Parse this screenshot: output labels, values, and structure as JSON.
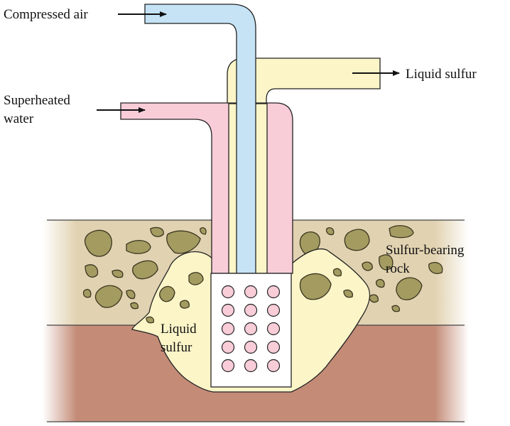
{
  "labels": {
    "compressed_air": "Compressed air",
    "liquid_sulfur_out": "Liquid sulfur",
    "superheated_water_line1": "Superheated",
    "superheated_water_line2": "water",
    "sulfur_bearing_rock_line1": "Sulfur-bearing",
    "sulfur_bearing_rock_line2": "rock",
    "liquid_sulfur_pool_line1": "Liquid",
    "liquid_sulfur_pool_line2": "sulfur"
  },
  "colors": {
    "air_pipe": "#c5e3f5",
    "water_pipe": "#f8cdd8",
    "sulfur_pipe": "#fbf5c8",
    "liquid_sulfur": "#fbf5c8",
    "rock_layer": "#e1d2b1",
    "rock_nuggets": "#a39b60",
    "ground": "#c48b77",
    "holes": "#f8cdd8",
    "outline": "#222222"
  }
}
